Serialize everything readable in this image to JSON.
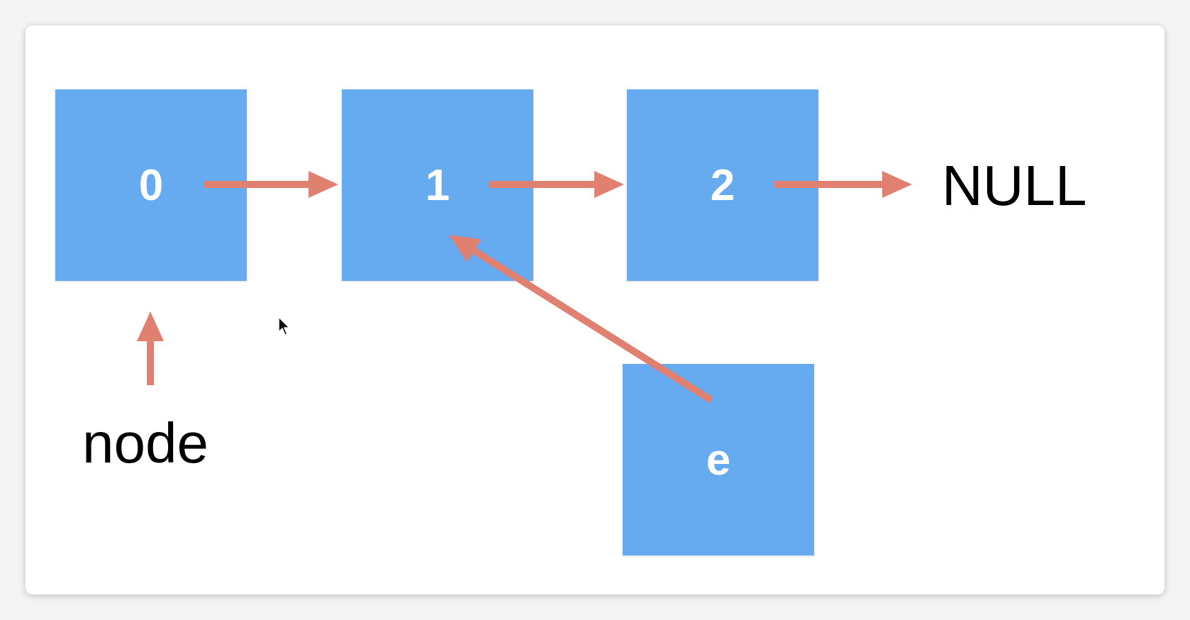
{
  "colors": {
    "node_fill": "#66abf0",
    "arrow": "#e08070",
    "text": "#000000"
  },
  "nodes": [
    {
      "id": "n0",
      "label": "0"
    },
    {
      "id": "n1",
      "label": "1"
    },
    {
      "id": "n2",
      "label": "2"
    },
    {
      "id": "ne",
      "label": "e"
    }
  ],
  "labels": {
    "null": "NULL",
    "node": "node"
  },
  "edges": [
    {
      "from": "0",
      "to": "1"
    },
    {
      "from": "1",
      "to": "2"
    },
    {
      "from": "2",
      "to": "NULL"
    },
    {
      "from": "e",
      "to": "1"
    },
    {
      "from": "node",
      "to": "0"
    }
  ],
  "icons": {
    "cursor": "mouse-pointer-icon"
  }
}
